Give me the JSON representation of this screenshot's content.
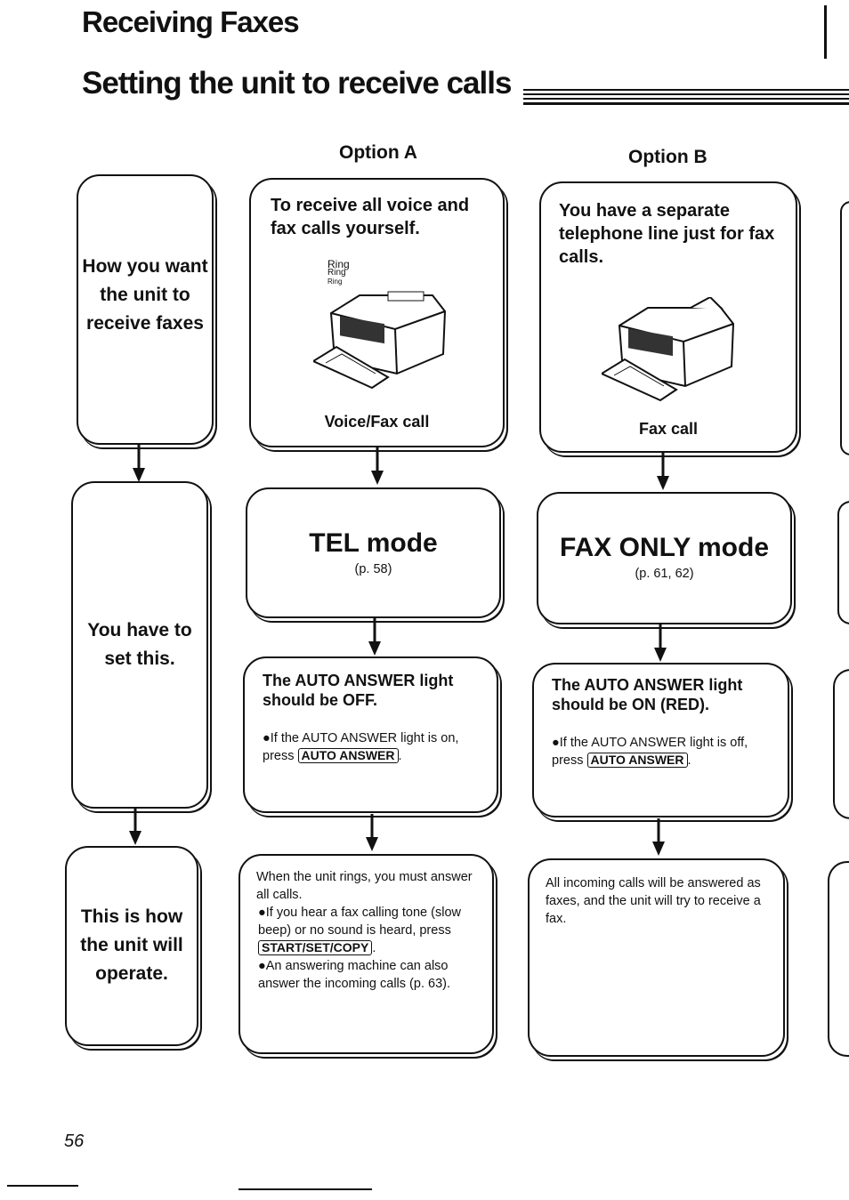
{
  "header": {
    "section": "Receiving Faxes",
    "title": "Setting the unit to receive calls"
  },
  "options": {
    "a": "Option A",
    "b": "Option B"
  },
  "left_labels": {
    "how": "How you want the unit to receive faxes",
    "set": "You have to set this.",
    "operate": "This is how the unit will operate."
  },
  "option_a": {
    "desc": "To receive all voice and fax calls yourself.",
    "ring": [
      "Ring",
      "Ring",
      "Ring"
    ],
    "caption": "Voice/Fax call",
    "mode": "TEL mode",
    "mode_ref": "(p. 58)",
    "light_title_prefix": "The ",
    "light_title_key": "AUTO ANSWER",
    "light_title_suffix": " light should be OFF.",
    "light_note_text": "●If the AUTO ANSWER light is on, press ",
    "light_note_key": "AUTO ANSWER",
    "light_note_end": ".",
    "op_line1": "When the unit rings, you must answer all calls.",
    "op_line2": "●If you hear a fax calling tone (slow beep) or no sound is heard, press ",
    "op_key": "START/SET/COPY",
    "op_line2_end": ".",
    "op_line3": "●An answering machine can also answer the incoming calls (p. 63)."
  },
  "option_b": {
    "desc": "You have a separate telephone line just for fax calls.",
    "caption": "Fax call",
    "mode": "FAX ONLY mode",
    "mode_ref": "(p. 61, 62)",
    "light_title_prefix": "The ",
    "light_title_key": "AUTO ANSWER",
    "light_title_suffix": " light should be ON (RED).",
    "light_note_text": "●If the AUTO ANSWER light is off, press ",
    "light_note_key": "AUTO ANSWER",
    "light_note_end": ".",
    "op_text": "All incoming calls will be answered as faxes, and the unit will try to receive a fax."
  },
  "footer": {
    "page_number": "56"
  }
}
